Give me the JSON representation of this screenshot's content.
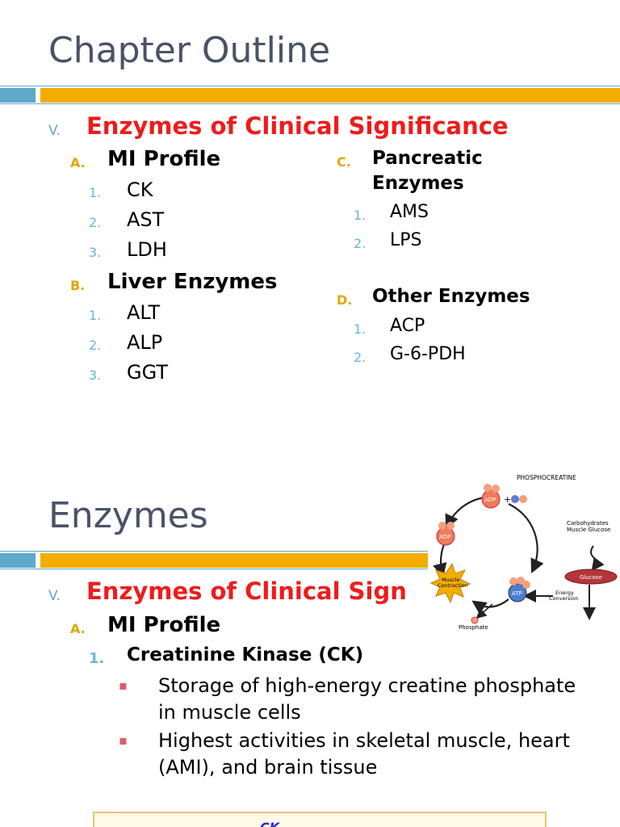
{
  "slide1": {
    "title": "Chapter Outline",
    "section": {
      "marker": "V.",
      "heading": "Enzymes of Clinical Significance"
    },
    "groups": [
      {
        "marker": "A.",
        "label": "MI Profile",
        "items": [
          {
            "n": "1.",
            "t": "CK"
          },
          {
            "n": "2.",
            "t": "AST"
          },
          {
            "n": "3.",
            "t": "LDH"
          }
        ]
      },
      {
        "marker": "B.",
        "label": "Liver Enzymes",
        "items": [
          {
            "n": "1.",
            "t": "ALT"
          },
          {
            "n": "2.",
            "t": "ALP"
          },
          {
            "n": "3.",
            "t": "GGT"
          }
        ]
      },
      {
        "marker": "C.",
        "label_line1": "Pancreatic",
        "label_line2": "Enzymes",
        "items": [
          {
            "n": "1.",
            "t": "AMS"
          },
          {
            "n": "2.",
            "t": "LPS"
          }
        ]
      },
      {
        "marker": "D.",
        "label": "Other Enzymes",
        "items": [
          {
            "n": "1.",
            "t": "ACP"
          },
          {
            "n": "2.",
            "t": "G-6-PDH"
          }
        ]
      }
    ]
  },
  "slide2": {
    "title": "Enzymes",
    "section": {
      "marker": "V.",
      "heading": "Enzymes of Clinical Sign"
    },
    "group": {
      "marker": "A.",
      "label": "MI Profile"
    },
    "subitem": {
      "n": "1.",
      "label": "Creatinine Kinase (CK)"
    },
    "bullets": [
      "Storage of high-energy creatine phosphate in muscle cells",
      "Highest activities in skeletal muscle, heart (AMI), and brain tissue"
    ],
    "diagram": {
      "phosphocreatine": "PHOSPHOCREATINE",
      "adp_top": "ADP",
      "adp_left": "ADP",
      "carbs_line1": "Carbohydrates",
      "carbs_line2": "Muscle Glucose",
      "muscle_line1": "Muscle",
      "muscle_line2": "Contraction",
      "atp": "ATP",
      "glucose": "Glucose",
      "energy_line1": "Energy",
      "energy_line2": "Conversion",
      "phosphate": "Phosphate"
    },
    "box_text": "CK"
  },
  "colors": {
    "title": "#4a5366",
    "accent_blue": "#5ea8c8",
    "accent_gold": "#f2ad00",
    "heading_red": "#ee1c1c",
    "bullet_pink": "#e05b6e",
    "number_blue": "#6bb6d6"
  }
}
